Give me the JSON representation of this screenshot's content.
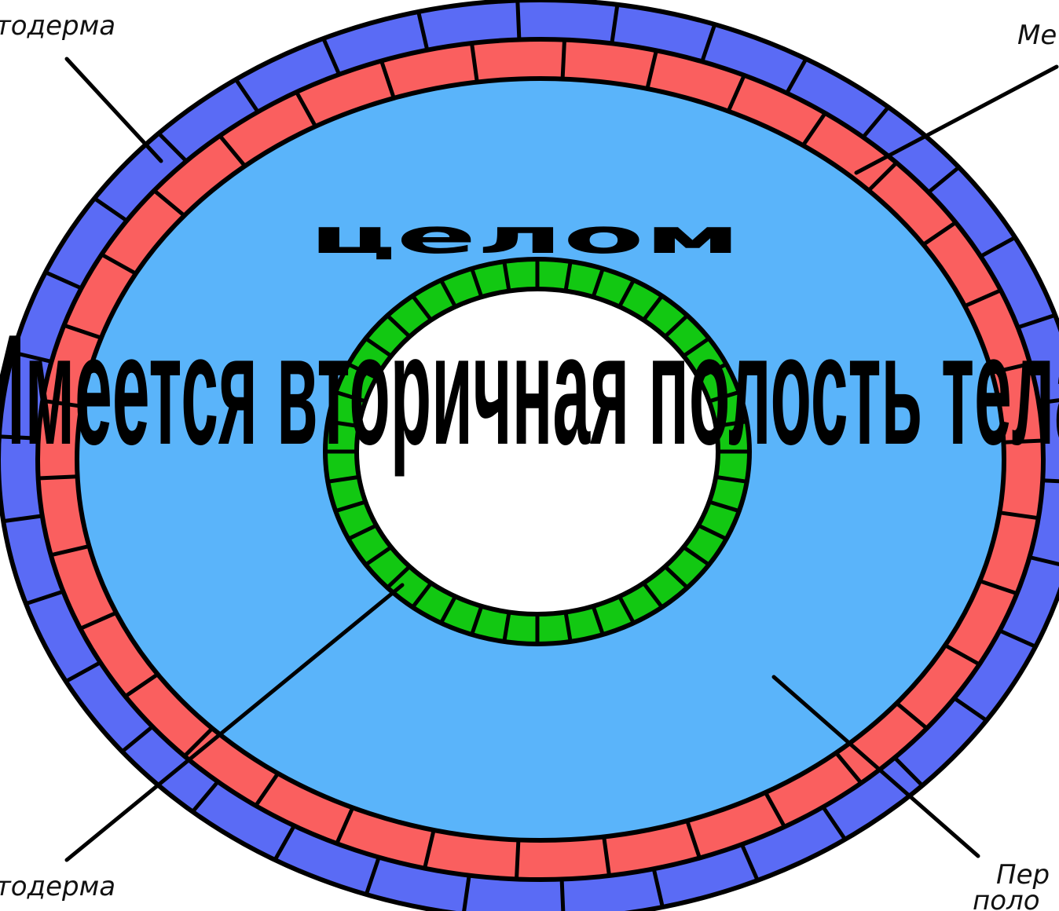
{
  "headline": "Имеется вторичная полость тела",
  "diagram": {
    "center_label": "целом",
    "labels": {
      "top_left": "тодерма",
      "top_right": "Ме",
      "bottom_left": "тодерма",
      "bottom_right_line1": "Пер",
      "bottom_right_line2": "поло"
    },
    "colors": {
      "outer_layer": "#5a6bf5",
      "middle_layer": "#fa5f5f",
      "body_cavity": "#5ab4fa",
      "gut_ring": "#12c812",
      "gut_lumen": "#ffffff",
      "outline": "#000000"
    }
  }
}
